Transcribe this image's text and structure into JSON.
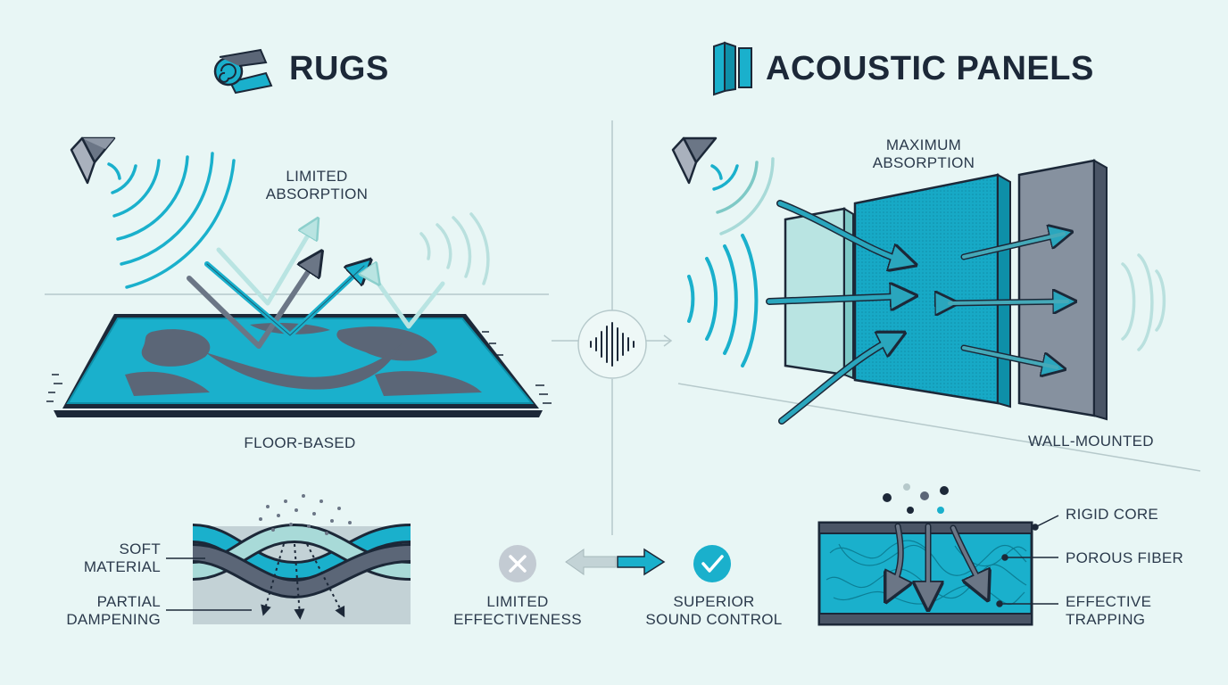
{
  "colors": {
    "background": "#e8f6f5",
    "teal": "#1ab0cc",
    "teal_dark": "#0e8fa8",
    "slate": "#5b6677",
    "navy": "#1c2838",
    "pale_teal": "#a8dad8"
  },
  "icons": [
    "rug-roll-icon",
    "acoustic-panel-icon",
    "speaker-icon",
    "sound-wave-icon",
    "x-icon",
    "check-icon"
  ],
  "left": {
    "title": "RUGS",
    "limited_absorption": [
      "LIMITED",
      "ABSORPTION"
    ],
    "floor_based": "FLOOR-BASED",
    "soft_material": [
      "SOFT",
      "MATERIAL"
    ],
    "partial_dampening": [
      "PARTIAL",
      "DAMPENING"
    ]
  },
  "right": {
    "title": "ACOUSTIC PANELS",
    "maximum_absorption": [
      "MAXIMUM",
      "ABSORPTION"
    ],
    "wall_mounted": "WALL-MOUNTED",
    "rigid_core": "RIGID CORE",
    "porous_fiber": "POROUS FIBER",
    "effective_trapping": [
      "EFFECTIVE",
      "TRAPPING"
    ]
  },
  "comparison": {
    "limited_effectiveness": [
      "LIMITED",
      "EFFECTIVENESS"
    ],
    "superior_sound_control": [
      "SUPERIOR",
      "SOUND CONTROL"
    ]
  }
}
